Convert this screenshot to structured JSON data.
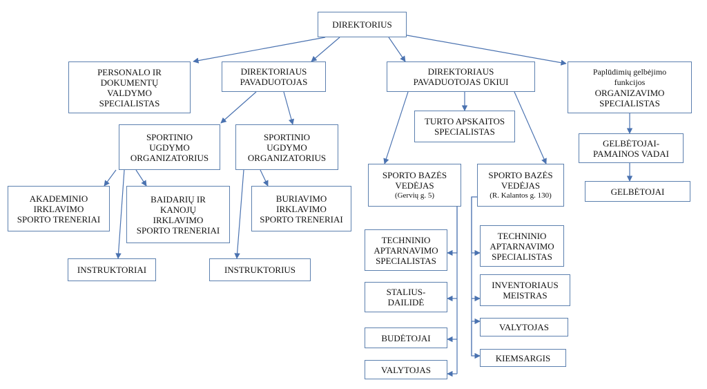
{
  "chart_data": {
    "type": "diagram",
    "nodes": {
      "director": {
        "lines": [
          "DIREKTORIUS"
        ]
      },
      "personnel": {
        "lines": [
          "PERSONALO IR",
          "DOKUMENTŲ",
          "VALDYMO",
          "SPECIALISTAS"
        ]
      },
      "deputy": {
        "lines": [
          "DIREKTORIAUS",
          "PAVADUOTOJAS"
        ]
      },
      "deputy_eco": {
        "lines": [
          "DIREKTORIAUS",
          "PAVADUOTOJAS ŪKIUI"
        ]
      },
      "beach_org": {
        "lines": [
          "Paplūdimių gelbėjimo",
          "funkcijos",
          "ORGANIZAVIMO",
          "SPECIALISTAS"
        ]
      },
      "sport_org_1": {
        "lines": [
          "SPORTINIO",
          "UGDYMO",
          "ORGANIZATORIUS"
        ]
      },
      "sport_org_2": {
        "lines": [
          "SPORTINIO",
          "UGDYMO",
          "ORGANIZATORIUS"
        ]
      },
      "property": {
        "lines": [
          "TURTO APSKAITOS",
          "SPECIALISTAS"
        ]
      },
      "lifeguard_heads": {
        "lines": [
          "GELBĖTOJAI-",
          "PAMAINOS VADAI"
        ]
      },
      "lifeguards": {
        "lines": [
          "GELBĖTOJAI"
        ]
      },
      "academic_rowing": {
        "lines": [
          "AKADEMINIO",
          "IRKLAVIMO",
          "SPORTO TRENERIAI"
        ]
      },
      "kayak": {
        "lines": [
          "BAIDARIŲ IR",
          "KANOJŲ",
          "IRKLAVIMO",
          "SPORTO TRENERIAI"
        ]
      },
      "instructors": {
        "lines": [
          "INSTRUKTORIAI"
        ]
      },
      "sailing": {
        "lines": [
          "BURIAVIMO",
          "IRKLAVIMO",
          "SPORTO TRENERIAI"
        ]
      },
      "instructor": {
        "lines": [
          "INSTRUKTORIUS"
        ]
      },
      "base_mgr_1": {
        "lines": [
          "SPORTO BAZĖS",
          "VEDĖJAS"
        ],
        "sub": "(Gervių g. 5)"
      },
      "base_mgr_2": {
        "lines": [
          "SPORTO BAZĖS",
          "VEDĖJAS"
        ],
        "sub": "(R. Kalantos g. 130)"
      },
      "tech_1": {
        "lines": [
          "TECHNINIO",
          "APTARNAVIMO",
          "SPECIALISTAS"
        ]
      },
      "carpenter": {
        "lines": [
          "STALIUS-",
          "DAILIDĖ"
        ]
      },
      "watchmen": {
        "lines": [
          "BUDĖTOJAI"
        ]
      },
      "cleaner_1": {
        "lines": [
          "VALYTOJAS"
        ]
      },
      "tech_2": {
        "lines": [
          "TECHNINIO",
          "APTARNAVIMO",
          "SPECIALISTAS"
        ]
      },
      "inventory": {
        "lines": [
          "INVENTORIAUS",
          "MEISTRAS"
        ]
      },
      "cleaner_2": {
        "lines": [
          "VALYTOJAS"
        ]
      },
      "yard_keeper": {
        "lines": [
          "KIEMSARGIS"
        ]
      }
    },
    "edges": [
      [
        "director",
        "personnel"
      ],
      [
        "director",
        "deputy"
      ],
      [
        "director",
        "deputy_eco"
      ],
      [
        "director",
        "beach_org"
      ],
      [
        "deputy",
        "sport_org_1"
      ],
      [
        "deputy",
        "sport_org_2"
      ],
      [
        "sport_org_1",
        "academic_rowing"
      ],
      [
        "sport_org_1",
        "kayak"
      ],
      [
        "sport_org_1",
        "instructors"
      ],
      [
        "sport_org_2",
        "sailing"
      ],
      [
        "sport_org_2",
        "instructor"
      ],
      [
        "deputy_eco",
        "property"
      ],
      [
        "deputy_eco",
        "base_mgr_1"
      ],
      [
        "deputy_eco",
        "base_mgr_2"
      ],
      [
        "beach_org",
        "lifeguard_heads"
      ],
      [
        "lifeguard_heads",
        "lifeguards"
      ],
      [
        "base_mgr_1",
        "tech_1"
      ],
      [
        "base_mgr_1",
        "carpenter"
      ],
      [
        "base_mgr_1",
        "watchmen"
      ],
      [
        "base_mgr_1",
        "cleaner_1"
      ],
      [
        "base_mgr_2",
        "tech_2"
      ],
      [
        "base_mgr_2",
        "inventory"
      ],
      [
        "base_mgr_2",
        "cleaner_2"
      ],
      [
        "base_mgr_2",
        "yard_keeper"
      ]
    ],
    "colors": {
      "border": "#5b7fae",
      "arrow": "#4a72b0",
      "text": "#111111"
    }
  }
}
